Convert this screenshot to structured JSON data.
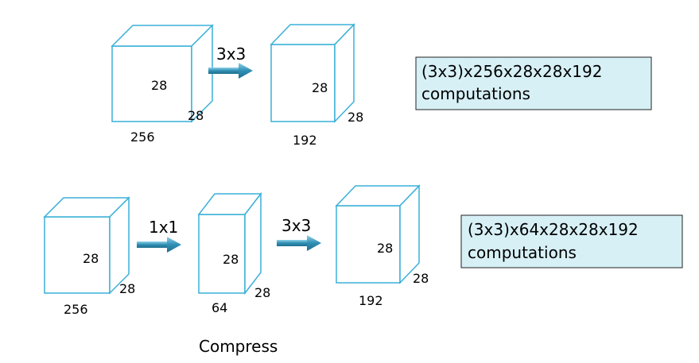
{
  "top_row": {
    "input_cube": {
      "height": "28",
      "width": "28",
      "depth": "256"
    },
    "arrow_label": "3x3",
    "output_cube": {
      "height": "28",
      "width": "28",
      "depth": "192"
    },
    "computations": {
      "line1": "(3x3)x256x28x28x192",
      "line2": "computations"
    }
  },
  "bottom_row": {
    "input_cube": {
      "height": "28",
      "width": "28",
      "depth": "256"
    },
    "arrow1_label": "1x1",
    "middle_cube": {
      "height": "28",
      "width": "28",
      "depth": "64"
    },
    "arrow2_label": "3x3",
    "output_cube": {
      "height": "28",
      "width": "28",
      "depth": "192"
    },
    "computations": {
      "line1": "(3x3)x64x28x28x192",
      "line2": "computations"
    },
    "caption": "Compress"
  },
  "colors": {
    "cube_stroke": "#3ab0d8",
    "arrow": "#2f8fb3",
    "box_fill": "#d7f0f6",
    "box_stroke": "#222222"
  }
}
